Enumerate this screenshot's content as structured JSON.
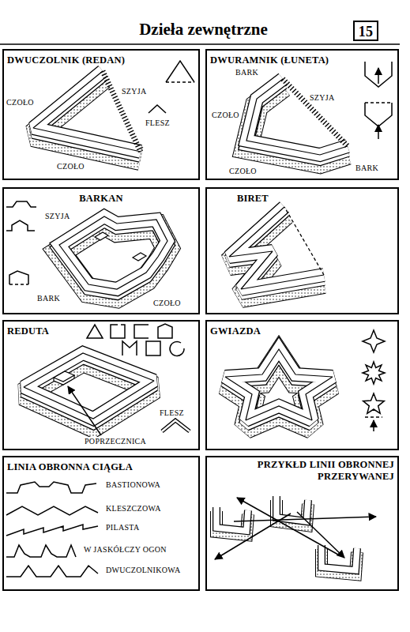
{
  "diagram": {
    "title": "Dzieła zewnętrzne",
    "nodes": [
      {
        "text": [
          "15"
        ]
      },
      {
        "text": [
          "DWUCZOLNIK (REDAN)"
        ]
      },
      {
        "text": [
          "DWURAMNIK (ŁUNETA)"
        ]
      },
      {
        "text": [
          "BARKAN"
        ]
      },
      {
        "text": [
          "BIRET"
        ]
      },
      {
        "text": [
          "REDUTA"
        ]
      },
      {
        "text": [
          "GWIAZDA"
        ]
      },
      {
        "text": [
          "LINIA OBRONNA CIĄGŁA"
        ]
      },
      {
        "text": [
          "PRZYKŁD LINII OBRONNEJ PRZERYWANEJ"
        ]
      }
    ],
    "labels": [
      "SZYJA",
      "CZOŁO",
      "FLESZ",
      "CZOŁO",
      "BARK",
      "SZYJA",
      "CZOŁO",
      "CZOŁO",
      "BARK",
      "SZYJA",
      "BARK",
      "CZOŁO",
      "FLESZ",
      "POPRZECZNICA",
      "BASTIONOWA",
      "KLESZCZOWA",
      "PILASTA",
      "W JASKÓŁCZY OGON",
      "DWUCZOLNIKOWA"
    ]
  }
}
